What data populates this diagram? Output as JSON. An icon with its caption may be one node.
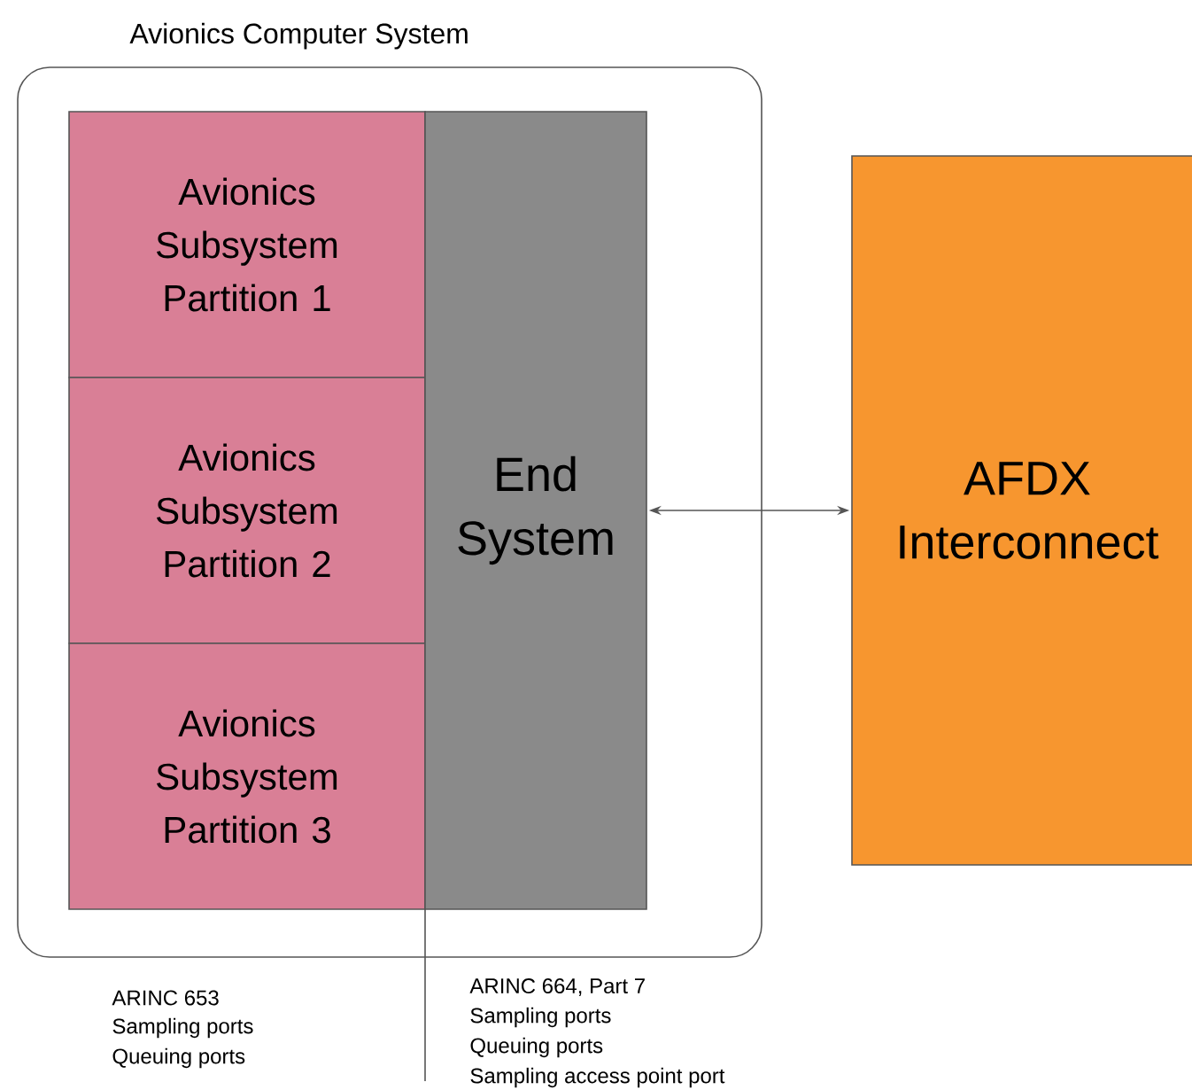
{
  "diagram": {
    "nodes": [
      {
        "text": [
          "Avionics Computer System"
        ]
      },
      {
        "text": [
          "Avionics Subsystem Partition 1"
        ],
        "in": 0
      },
      {
        "text": [
          "Avionics Subsystem Partition 2"
        ],
        "in": 0
      },
      {
        "text": [
          "Avionics Subsystem Partition 3"
        ],
        "in": 0
      },
      {
        "text": [
          "End System"
        ],
        "in": 0
      },
      {
        "text": [
          "AFDX Interconnect"
        ]
      }
    ],
    "edges": [
      {
        "from": 4,
        "to": 5,
        "arrow": "both"
      }
    ],
    "labels": [
      "ARINC 653",
      "Sampling ports",
      "Queuing ports",
      "ARINC 664, Part 7",
      "Sampling ports",
      "Queuing ports",
      "Sampling access point port"
    ]
  }
}
